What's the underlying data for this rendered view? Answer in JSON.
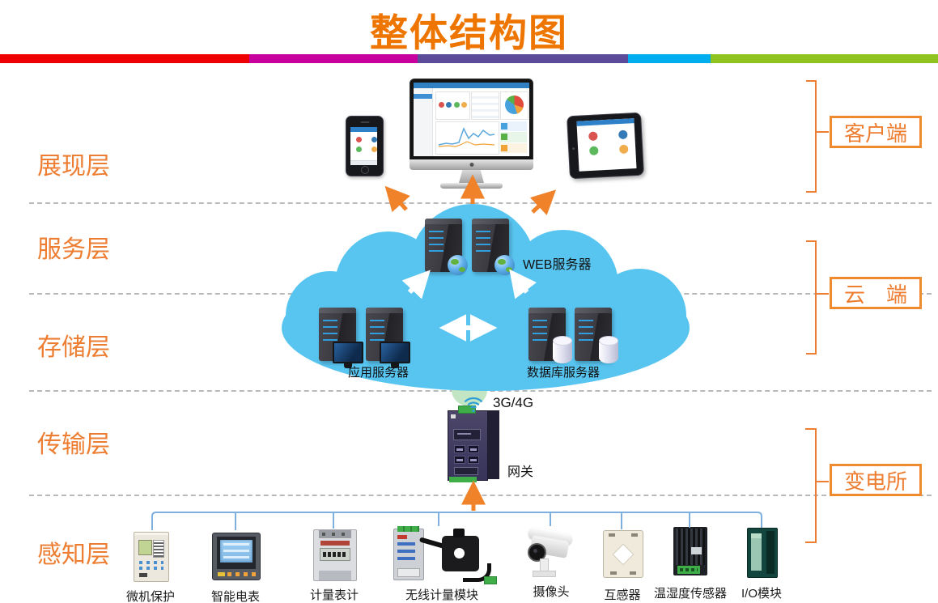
{
  "title": "整体结构图",
  "accent_color": "#ED7D31",
  "color_bar": [
    "#EE0000",
    "#C8009E",
    "#5C4B99",
    "#00AEEF",
    "#8FC31F"
  ],
  "layers": [
    {
      "label": "展现层"
    },
    {
      "label": "服务层"
    },
    {
      "label": "存储层"
    },
    {
      "label": "传输层"
    },
    {
      "label": "感知层"
    }
  ],
  "side_labels": [
    {
      "label": "客户端"
    },
    {
      "label": "云　端"
    },
    {
      "label": "变电所"
    }
  ],
  "cloud": {
    "web": "WEB服务器",
    "app": "应用服务器",
    "db": "数据库服务器"
  },
  "gateway": {
    "wireless": "3G/4G",
    "label": "网关"
  },
  "devices": [
    {
      "label": "微机保护"
    },
    {
      "label": "智能电表"
    },
    {
      "label": "计量表计"
    },
    {
      "label": "无线计量模块"
    },
    {
      "label": "摄像头"
    },
    {
      "label": "互感器"
    },
    {
      "label": "温湿度传感器"
    },
    {
      "label": "I/O模块"
    }
  ]
}
